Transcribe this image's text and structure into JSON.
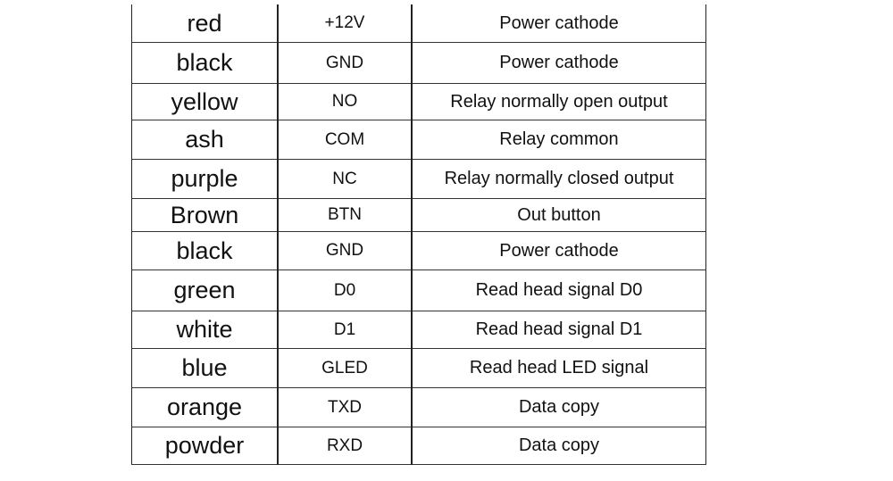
{
  "rows": [
    {
      "color": "red",
      "signal": "+12V",
      "description": "Power cathode"
    },
    {
      "color": "black",
      "signal": "GND",
      "description": "Power cathode"
    },
    {
      "color": "yellow",
      "signal": "NO",
      "description": "Relay normally open output"
    },
    {
      "color": "ash",
      "signal": "COM",
      "description": "Relay common"
    },
    {
      "color": "purple",
      "signal": "NC",
      "description": "Relay normally closed output"
    },
    {
      "color": "Brown",
      "signal": "BTN",
      "description": "Out button"
    },
    {
      "color": "black",
      "signal": "GND",
      "description": "Power cathode"
    },
    {
      "color": "green",
      "signal": "D0",
      "description": "Read head signal D0"
    },
    {
      "color": "white",
      "signal": "D1",
      "description": "Read head signal D1"
    },
    {
      "color": "blue",
      "signal": "GLED",
      "description": "Read head LED signal"
    },
    {
      "color": "orange",
      "signal": "TXD",
      "description": "Data copy"
    },
    {
      "color": "powder",
      "signal": "RXD",
      "description": "Data copy"
    }
  ]
}
